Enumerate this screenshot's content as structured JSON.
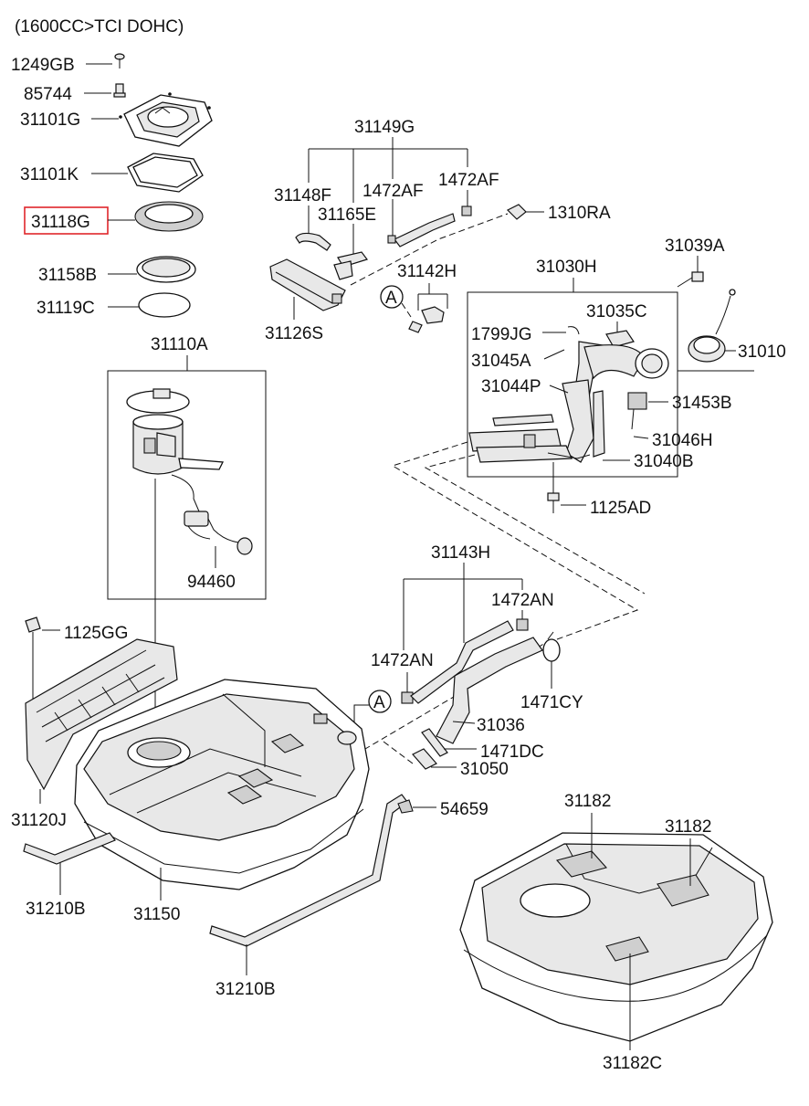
{
  "header": "(1600CC>TCI DOHC)",
  "highlight": {
    "part": "31118G",
    "color": "#e0262b"
  },
  "labels": {
    "p1249GB": "1249GB",
    "p85744": "85744",
    "p31101G": "31101G",
    "p31101K": "31101K",
    "p31118G": "31118G",
    "p31158B": "31158B",
    "p31119C": "31119C",
    "p31110A": "31110A",
    "p94460": "94460",
    "p31149G": "31149G",
    "p31148F": "31148F",
    "p1472AF_1": "1472AF",
    "p1472AF_2": "1472AF",
    "p31165E": "31165E",
    "p1310RA": "1310RA",
    "p31142H": "31142H",
    "p31126S": "31126S",
    "p31039A": "31039A",
    "p31030H": "31030H",
    "p31035C": "31035C",
    "p1799JG": "1799JG",
    "p31045A": "31045A",
    "p31010": "31010",
    "p31044P": "31044P",
    "p31453B": "31453B",
    "p31046H": "31046H",
    "p31040B": "31040B",
    "p1125AD": "1125AD",
    "p31143H": "31143H",
    "p1472AN_1": "1472AN",
    "p1472AN_2": "1472AN",
    "p1471CY": "1471CY",
    "p1125GG": "1125GG",
    "p31036": "31036",
    "p1471DC": "1471DC",
    "p31050": "31050",
    "p54659": "54659",
    "p31120J": "31120J",
    "p31210B_1": "31210B",
    "p31150": "31150",
    "p31210B_2": "31210B",
    "p31182_1": "31182",
    "p31182_2": "31182",
    "p31182C": "31182C",
    "refA_1": "A",
    "refA_2": "A"
  }
}
